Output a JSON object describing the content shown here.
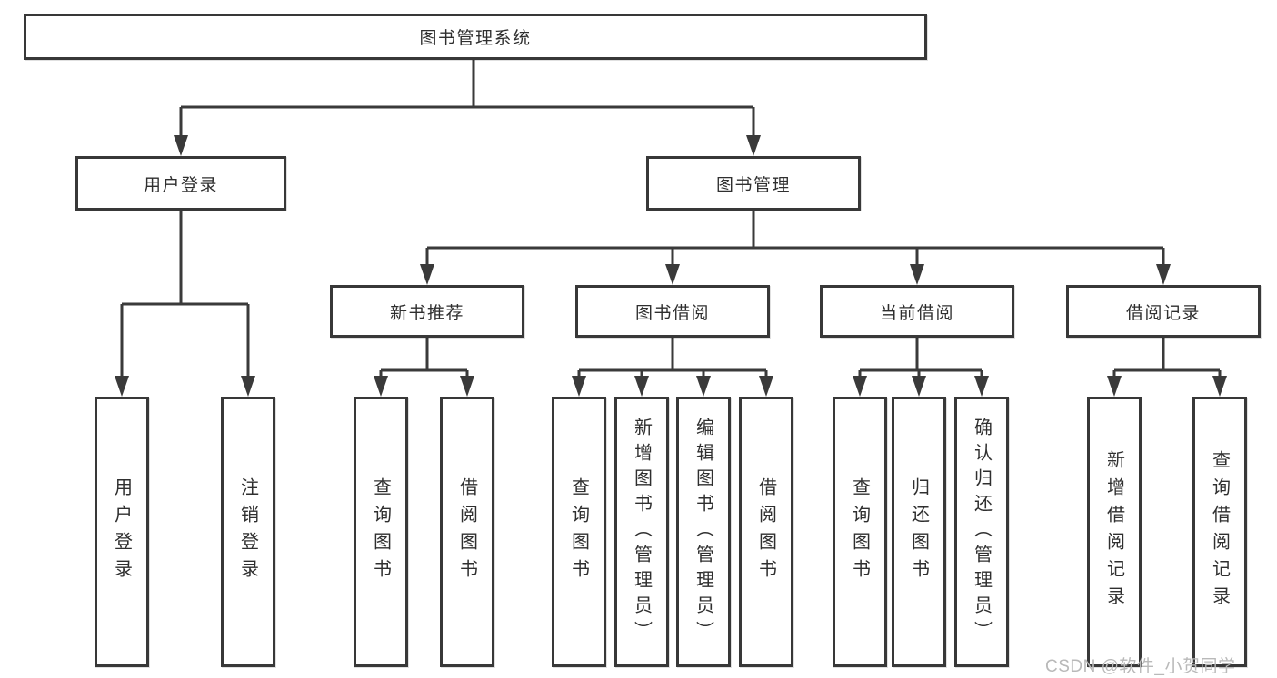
{
  "watermark": "CSDN @软件_小贺同学",
  "colors": {
    "line": "#3a3a3a",
    "box_border": "#383838",
    "text": "#2f2f2f",
    "watermark": "#b9b9b9",
    "background": "#ffffff"
  },
  "tree": {
    "root": {
      "label": "图书管理系统"
    },
    "user_login": {
      "label": "用户登录",
      "children": [
        "用户登录",
        "注销登录"
      ]
    },
    "book_mgmt": {
      "label": "图书管理",
      "children": {
        "new_book_recommend": {
          "label": "新书推荐",
          "children": [
            "查询图书",
            "借阅图书"
          ]
        },
        "book_borrow": {
          "label": "图书借阅",
          "children": [
            "查询图书",
            "新增图书（管理员）",
            "编辑图书（管理员）",
            "借阅图书"
          ]
        },
        "current_borrow": {
          "label": "当前借阅",
          "children": [
            "查询图书",
            "归还图书",
            "确认归还（管理员）"
          ]
        },
        "borrow_records": {
          "label": "借阅记录",
          "children": [
            "新增借阅记录",
            "查询借阅记录"
          ]
        }
      }
    }
  }
}
